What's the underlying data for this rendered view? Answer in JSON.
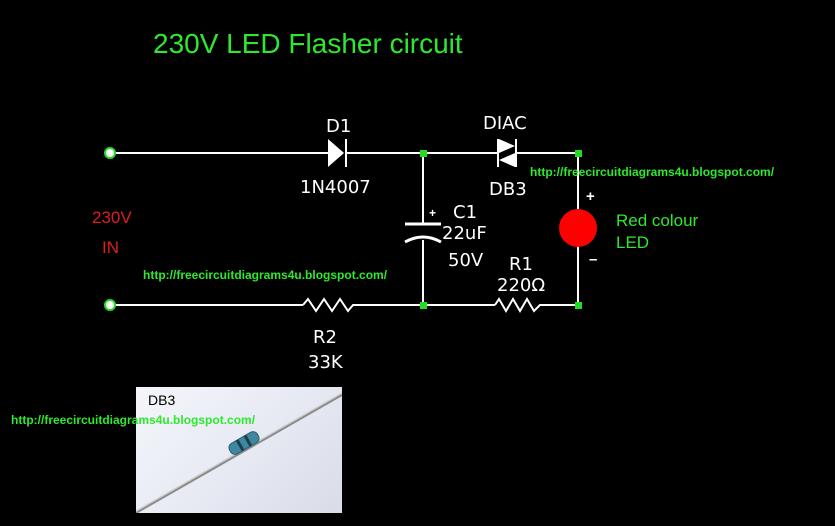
{
  "title": "230V LED Flasher circuit",
  "watermark_url": "http://freecircuitdiagrams4u.blogspot.com/",
  "input": {
    "voltage": "230V",
    "label": "IN"
  },
  "components": {
    "d1": {
      "ref": "D1",
      "part": "1N4007"
    },
    "diac": {
      "ref": "DIAC",
      "part": "DB3"
    },
    "c1": {
      "ref": "C1",
      "value": "22uF",
      "voltage": "50V",
      "plus": "+"
    },
    "r1": {
      "ref": "R1",
      "value": "220Ω"
    },
    "r2": {
      "ref": "R2",
      "value": "33K"
    },
    "led": {
      "line1": "Red colour",
      "line2": "LED",
      "plus": "+",
      "minus": "–"
    }
  },
  "photo": {
    "label": "DB3"
  },
  "colors": {
    "background": "#000000",
    "wire": "#ffffff",
    "node": "#22dd22",
    "title": "#2ee82e",
    "led": "#ff0000",
    "input_text": "#e01e1e"
  }
}
